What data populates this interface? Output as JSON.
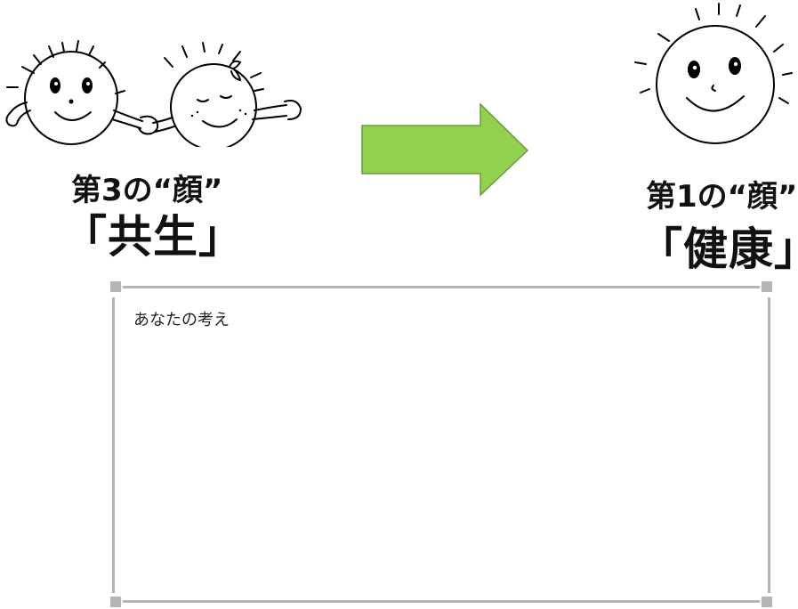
{
  "left_panel": {
    "face_label": "第3の“顔”",
    "theme": "「共生」"
  },
  "right_panel": {
    "face_label": "第1の“顔”",
    "theme": "「健康」"
  },
  "arrow": {
    "color": "#92d050",
    "direction": "right"
  },
  "answer_box": {
    "label": "あなたの考え"
  },
  "colors": {
    "frame": "#b5b5b5",
    "text": "#111111"
  },
  "icons": [
    "two-smiling-faces-holding-hands",
    "smiling-sun-face"
  ]
}
